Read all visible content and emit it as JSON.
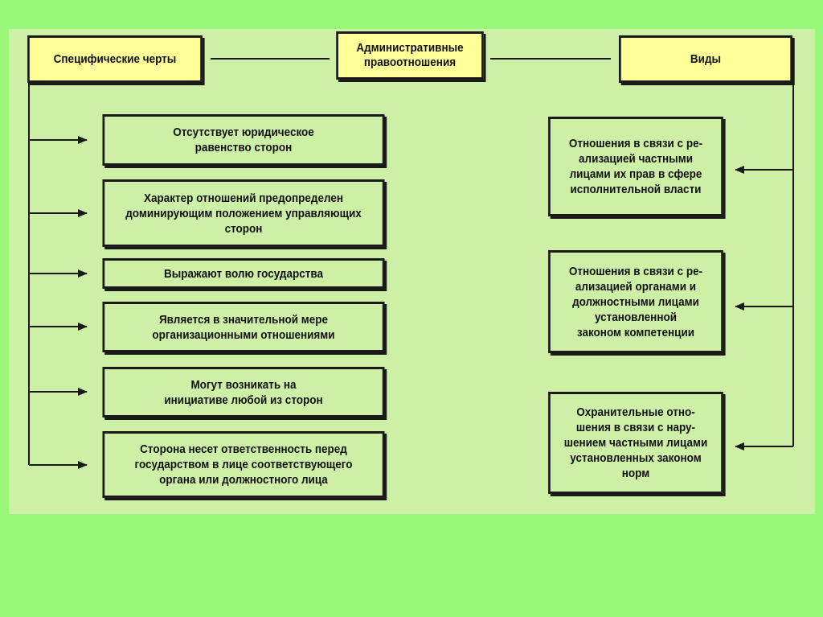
{
  "center": {
    "title": "Административные\nправоотношения"
  },
  "left": {
    "header": "Специфические черты",
    "items": [
      "Отсутствует юридическое\nравенство сторон",
      "Характер отношений предопределен\nдоминирующим положением управляющих\nсторон",
      "Выражают волю государства",
      "Является в значительной мере\nорганизационными отношениями",
      "Могут возникать на\nинициативе любой из сторон",
      "Сторона несет ответственность перед\nгосударством в лице соответствующего\nоргана или должностного лица"
    ]
  },
  "right": {
    "header": "Виды",
    "items": [
      "Отношения в связи с ре-\nализацией частными\nлицами их прав в сфере\nисполнительной власти",
      "Отношения в связи с ре-\nализацией органами и\nдолжностными лицами\nустановленной\nзаконом компетенции",
      "Охранительные отно-\nшения в связи с нару-\nшением частными лицами\nустановленных законом\nнорм"
    ]
  },
  "colors": {
    "background": "#99f77a",
    "panel": "#ceefa6",
    "header_fill": "#ffff99",
    "stroke": "#1a1a1a"
  }
}
